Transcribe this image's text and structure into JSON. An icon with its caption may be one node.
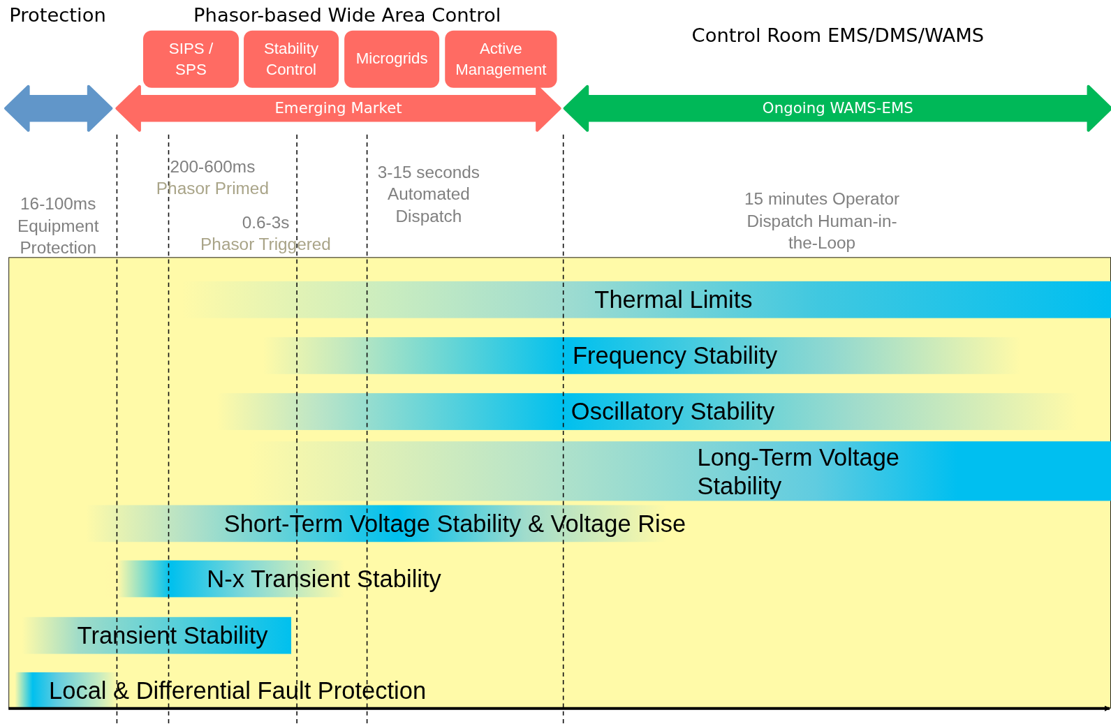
{
  "diagram": {
    "nodes": [
      {
        "text": [
          "SIPS / SPS"
        ]
      },
      {
        "text": [
          "Stability Control"
        ]
      },
      {
        "text": [
          "Microgrids"
        ]
      },
      {
        "text": [
          "Active Management"
        ]
      },
      {
        "text": [],
        "shape": "arrow"
      },
      {
        "text": [
          "Emerging Market"
        ]
      },
      {
        "text": [
          "Ongoing WAMS-EMS"
        ]
      },
      {
        "text": [],
        "shape": "box"
      },
      {
        "text": [
          "Thermal Limits"
        ],
        "in": 7
      },
      {
        "text": [
          "Frequency Stability"
        ],
        "in": 7
      },
      {
        "text": [
          "Oscillatory Stability"
        ],
        "in": 7
      },
      {
        "text": [
          "Long-Term Voltage Stability"
        ],
        "in": 7
      },
      {
        "text": [
          "Short-Term Voltage Stability & Voltage Rise"
        ],
        "in": 7
      },
      {
        "text": [
          "N-x Transient Stability"
        ],
        "in": 7
      },
      {
        "text": [
          "Transient Stability"
        ],
        "in": 7
      },
      {
        "text": [
          "Local & Differential  Fault Protection"
        ],
        "in": 7
      }
    ],
    "edges": [],
    "labels": [
      "Protection",
      "Phasor-based Wide Area Control",
      "Control Room EMS/DMS/WAMS",
      "200-600ms",
      "3-15 seconds Automated Dispatch",
      "Phasor Primed",
      "15 minutes Operator Dispatch Human-in-the-Loop",
      "16-100ms Equipment Protection",
      "0.6-3s",
      "Phasor Triggered"
    ]
  }
}
